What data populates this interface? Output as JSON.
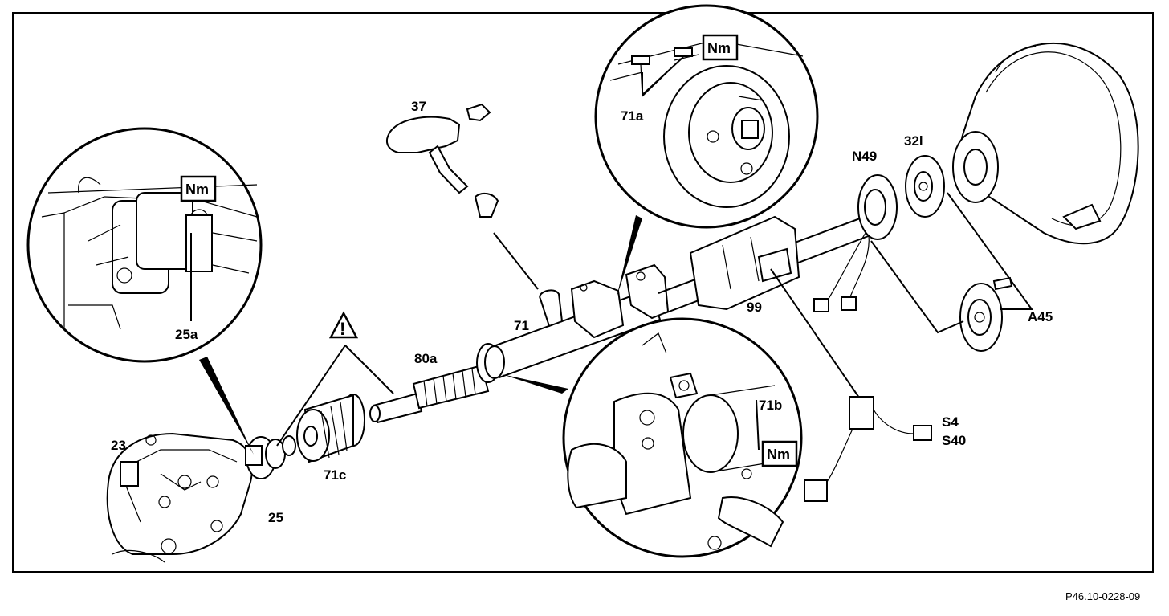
{
  "diagram": {
    "labels": {
      "p23": "23",
      "p25": "25",
      "p25a": "25a",
      "p37": "37",
      "p71": "71",
      "p71a": "71a",
      "p71b": "71b",
      "p71c": "71c",
      "p80a": "80a",
      "p99": "99",
      "pN49": "N49",
      "p32l": "32l",
      "pA45": "A45",
      "pS4": "S4",
      "pS40": "S40"
    },
    "torque_marker": "Nm",
    "warning_glyph": "!",
    "reference_code": "P46.10-0228-09"
  }
}
